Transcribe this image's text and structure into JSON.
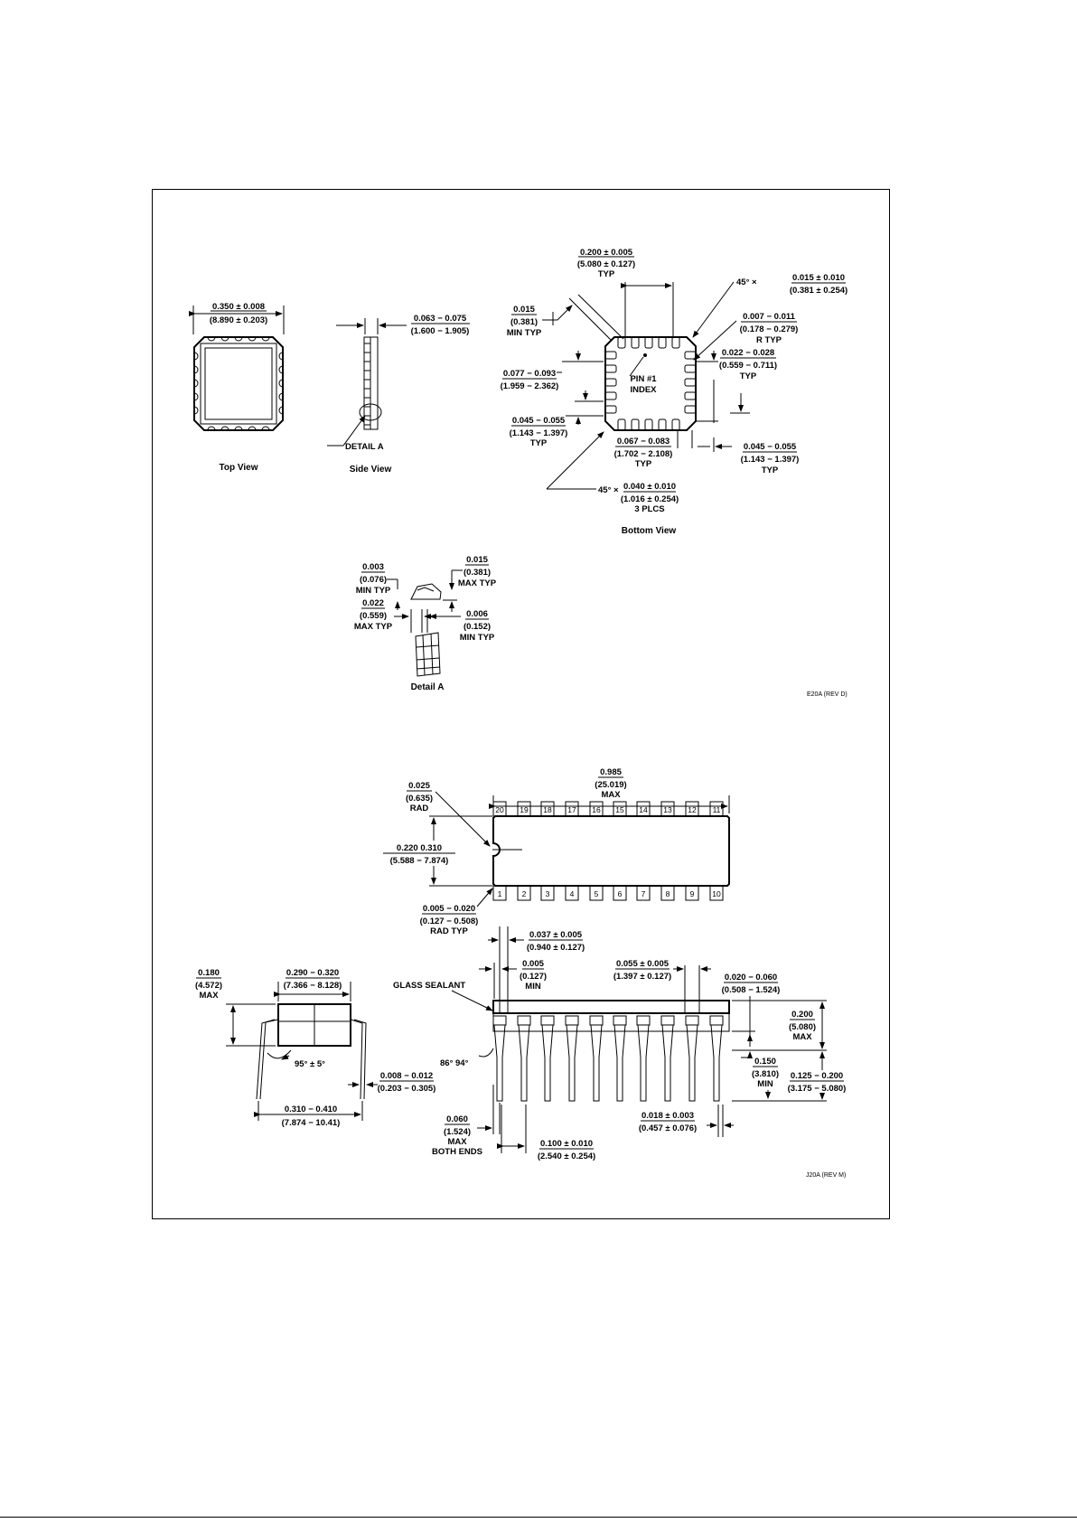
{
  "e20a": {
    "captions": {
      "top_view": "Top View",
      "side_view": "Side View",
      "bottom_view": "Bottom View",
      "detail_a": "Detail A"
    },
    "detail_a_callout": "DETAIL A",
    "pin1_index": [
      "PIN #1",
      "INDEX"
    ],
    "top_width": [
      "0.350 ± 0.008",
      "(8.890 ± 0.203)"
    ],
    "side_thickness": [
      "0.063 − 0.075",
      "(1.600 − 1.905)"
    ],
    "bv_pitch": [
      "0.200 ± 0.005",
      "(5.080 ± 0.127)",
      "TYP"
    ],
    "bv_chamfer_top": [
      "45° ×",
      "0.015 ± 0.010",
      "(0.381 ± 0.254)"
    ],
    "bv_min_typ": [
      "0.015",
      "(0.381)",
      "MIN TYP"
    ],
    "bv_r_typ": [
      "0.007 − 0.011",
      "(0.178 − 0.279)",
      "R TYP"
    ],
    "bv_pad_len": [
      "0.022 − 0.028",
      "(0.559 − 0.711)",
      "TYP"
    ],
    "bv_left_1": [
      "0.077 − 0.093",
      "(1.959 − 2.362)"
    ],
    "bv_left_2": [
      "0.045 − 0.055",
      "(1.143 − 1.397)",
      "TYP"
    ],
    "bv_bottom_mid": [
      "0.067 − 0.083",
      "(1.702 − 2.108)",
      "TYP"
    ],
    "bv_right_low": [
      "0.045 − 0.055",
      "(1.143 − 1.397)",
      "TYP"
    ],
    "bv_chamfer_bottom": [
      "45° ×",
      "0.040 ± 0.010",
      "(1.016 ± 0.254)",
      "3 PLCS"
    ],
    "da_1": [
      "0.003",
      "(0.076)",
      "MIN TYP"
    ],
    "da_2": [
      "0.015",
      "(0.381)",
      "MAX TYP"
    ],
    "da_3": [
      "0.022",
      "(0.559)",
      "MAX TYP"
    ],
    "da_4": [
      "0.006",
      "(0.152)",
      "MIN TYP"
    ],
    "ref": "E20A (REV D)"
  },
  "j20a": {
    "length": [
      "0.985",
      "(25.019)",
      "MAX"
    ],
    "notch": [
      "0.025",
      "(0.635)",
      "RAD"
    ],
    "width": [
      "0.220  0.310",
      "(5.588 − 7.874)"
    ],
    "corner": [
      "0.005 − 0.020",
      "(0.127 − 0.508)",
      "RAD TYP"
    ],
    "pins_top": [
      "20",
      "19",
      "18",
      "17",
      "16",
      "15",
      "14",
      "13",
      "12",
      "11"
    ],
    "pins_bottom": [
      "1",
      "2",
      "3",
      "4",
      "5",
      "6",
      "7",
      "8",
      "9",
      "10"
    ],
    "sv_height": [
      "0.180",
      "(4.572)",
      "MAX"
    ],
    "sv_width": [
      "0.290 − 0.320",
      "(7.366 − 8.128)"
    ],
    "sv_angle": "95° ± 5°",
    "sv_lead": [
      "0.008 − 0.012",
      "(0.203 − 0.305)"
    ],
    "sv_span": [
      "0.310 − 0.410",
      "(7.874 − 10.41)"
    ],
    "glass": "GLASS SEALANT",
    "fv_angle": "86°  94°",
    "fv_037": [
      "0.037 ± 0.005",
      "(0.940 ± 0.127)"
    ],
    "fv_005": [
      "0.005",
      "(0.127)",
      "MIN"
    ],
    "fv_055": [
      "0.055 ± 0.005",
      "(1.397 ± 0.127)"
    ],
    "fv_020": [
      "0.020 − 0.060",
      "(0.508 − 1.524)"
    ],
    "fv_200": [
      "0.200",
      "(5.080)",
      "MAX"
    ],
    "fv_150": [
      "0.150",
      "(3.810)",
      "MIN"
    ],
    "fv_125": [
      "0.125 − 0.200",
      "(3.175 − 5.080)"
    ],
    "fv_060": [
      "0.060",
      "(1.524)",
      "MAX",
      "BOTH ENDS"
    ],
    "fv_018": [
      "0.018 ± 0.003",
      "(0.457 ± 0.076)"
    ],
    "fv_100": [
      "0.100 ± 0.010",
      "(2.540 ± 0.254)"
    ],
    "ref": "J20A (REV M)"
  }
}
